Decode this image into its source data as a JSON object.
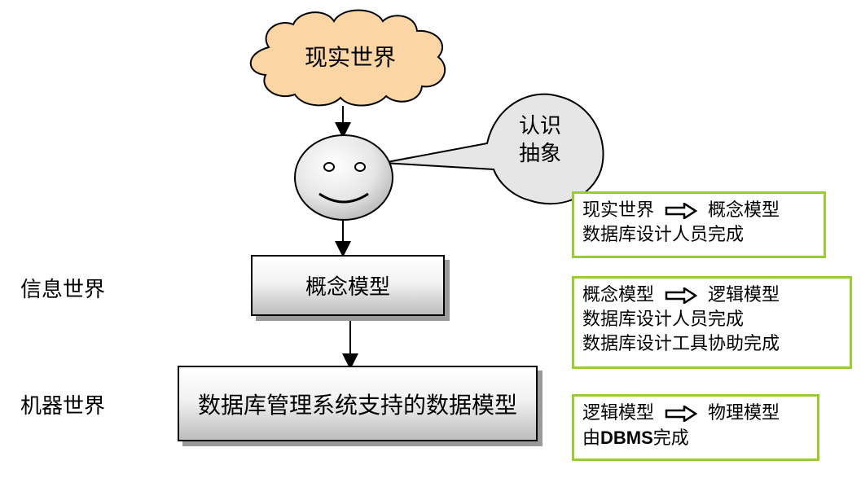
{
  "cloud": {
    "label": "现实世界"
  },
  "bubble": {
    "lines": [
      "认识",
      "抽象"
    ]
  },
  "side_labels": {
    "info_world": "信息世界",
    "machine_world": "机器世界"
  },
  "boxes": {
    "conceptual": "概念模型",
    "dbms_model": "数据库管理系统支持的数据模型"
  },
  "notes": {
    "note1": {
      "from": "现实世界",
      "to": "概念模型",
      "line2": "数据库设计人员完成"
    },
    "note2": {
      "from": "概念模型",
      "to": "逻辑模型",
      "line2": "数据库设计人员完成",
      "line3": "数据库设计工具协助完成"
    },
    "note3": {
      "from": "逻辑模型",
      "to": "物理模型",
      "line2_prefix": "由",
      "line2_bold": "DBMS",
      "line2_suffix": "完成"
    }
  },
  "colors": {
    "cloud_fill": "#fcd5a5",
    "note_border": "#99cc33",
    "face_fill": "#ececec"
  }
}
